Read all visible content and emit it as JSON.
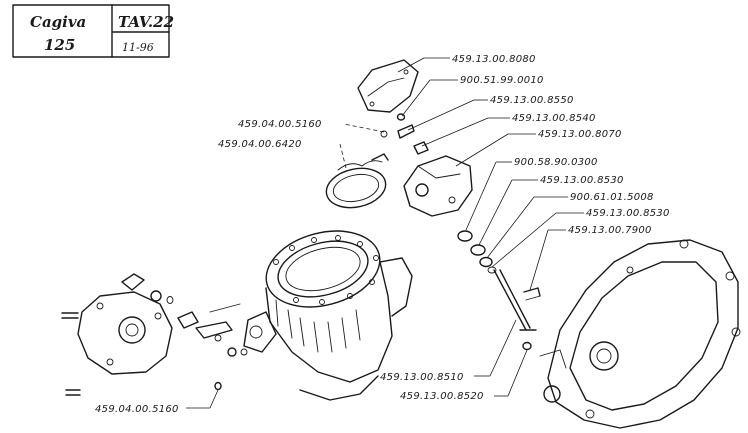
{
  "header": {
    "model_name": "Cagiva",
    "model_size": "125",
    "table_code": "TAV.22",
    "date_code": "11-96"
  },
  "parts": [
    {
      "id": "p1",
      "number": "459.13.00.8080"
    },
    {
      "id": "p2",
      "number": "900.51.99.0010"
    },
    {
      "id": "p3",
      "number": "459.13.00.8550"
    },
    {
      "id": "p4",
      "number": "459.13.00.8540"
    },
    {
      "id": "p5",
      "number": "459.04.00.5160"
    },
    {
      "id": "p6",
      "number": "459.13.00.8070"
    },
    {
      "id": "p7",
      "number": "459.04.00.6420"
    },
    {
      "id": "p8",
      "number": "900.58.90.0300"
    },
    {
      "id": "p9",
      "number": "459.13.00.8530"
    },
    {
      "id": "p10",
      "number": "900.61.01.5008"
    },
    {
      "id": "p11",
      "number": "459.13.00.8530"
    },
    {
      "id": "p12",
      "number": "459.13.00.7900"
    },
    {
      "id": "p13",
      "number": "459.13.00.8510"
    },
    {
      "id": "p14",
      "number": "459.13.00.8520"
    },
    {
      "id": "p15",
      "number": "459.04.00.5160"
    }
  ]
}
